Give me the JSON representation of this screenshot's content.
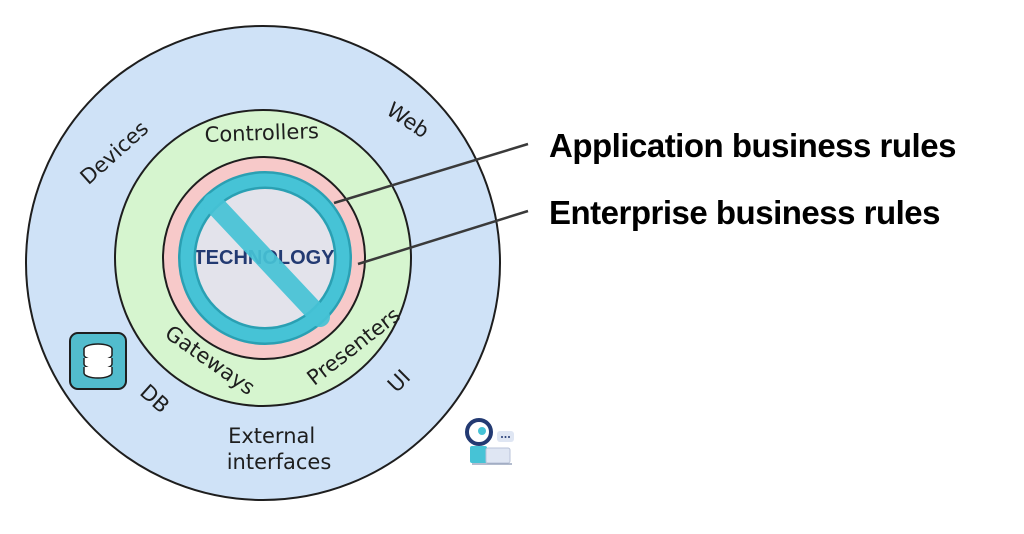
{
  "diagram": {
    "rings": {
      "outer": {
        "labels": {
          "devices": "Devices",
          "web": "Web",
          "ui": "UI",
          "db": "DB",
          "external": "External interfaces"
        },
        "fill": "#cfe2f7"
      },
      "middle": {
        "labels": {
          "controllers": "Controllers",
          "gateways": "Gateways",
          "presenters": "Presenters"
        },
        "fill": "#d6f5cf"
      },
      "inner": {
        "fill": "#f7c9c9"
      },
      "core": {
        "label": "TECHNOLOGY",
        "fill": "#e6e6ec",
        "prohibition_color": "#40bfd1"
      }
    },
    "layers": {
      "application": "Application business rules",
      "enterprise": "Enterprise business rules"
    },
    "icons": {
      "database": "database-icon",
      "logo": "robot-assistant-logo"
    }
  }
}
